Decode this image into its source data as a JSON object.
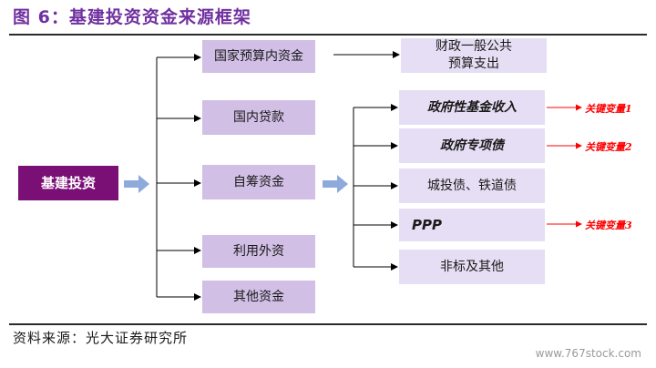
{
  "title": "图 6：基建投资资金来源框架",
  "root": "基建投资",
  "level1": [
    "国家预算内资金",
    "国内贷款",
    "自筹资金",
    "利用外资",
    "其他资金"
  ],
  "budget_detail": [
    "财政一般公共",
    "预算支出"
  ],
  "self_raised": [
    "政府性基金收入",
    "政府专项债",
    "城投债、铁道债",
    "PPP",
    "非标及其他"
  ],
  "key_variables": [
    "关键变量1",
    "关键变量2",
    "关键变量3"
  ],
  "source": "资料来源：光大证券研究所",
  "watermark": "www.767stock.com",
  "colors": {
    "title": "#7030A0",
    "root_box": "#7a0f76",
    "level1_box": "#d2bfe6",
    "level2_box": "#e6def4",
    "key_variable": "#ff0000",
    "block_arrow": "#8eaadb"
  }
}
